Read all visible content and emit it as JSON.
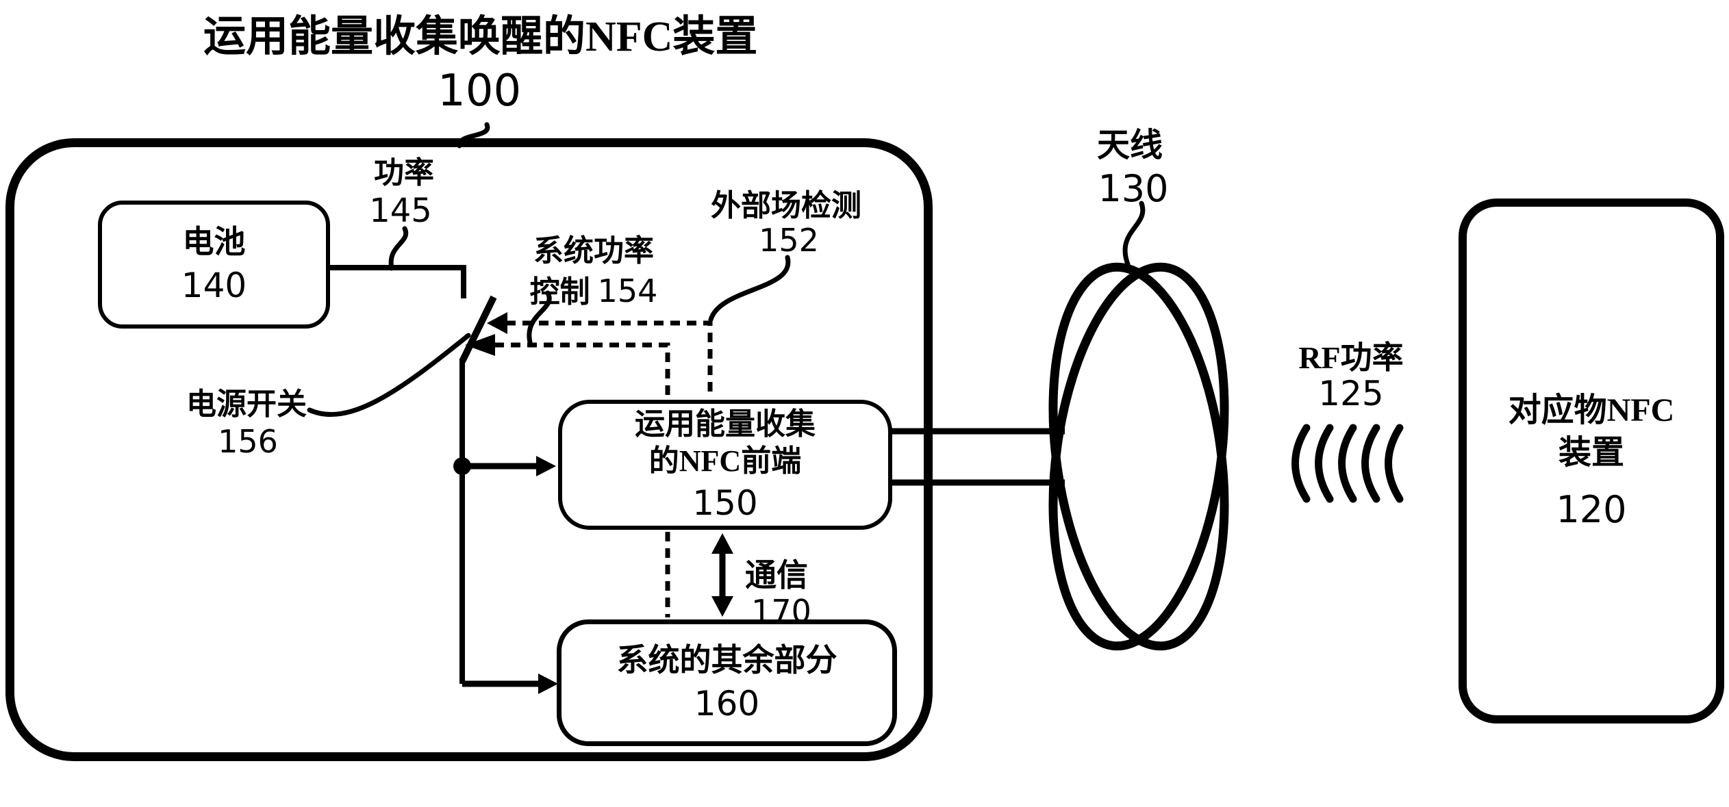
{
  "figure": {
    "title": "运用能量收集唤醒的NFC装置",
    "title_ref": "100",
    "ink_color": "#000000",
    "background_color": "#ffffff",
    "blocks": {
      "battery": {
        "label": "电池",
        "ref": "140"
      },
      "nfc_front_end": {
        "label_line1": "运用能量收集",
        "label_line2": "的NFC前端",
        "ref": "150"
      },
      "rest_of_system": {
        "label": "系统的其余部分",
        "ref": "160"
      },
      "counterpart_nfc_device": {
        "label_line1": "对应物NFC",
        "label_line2": "装置",
        "ref": "120"
      }
    },
    "labels": {
      "power": {
        "text": "功率",
        "ref": "145"
      },
      "system_power_control": {
        "line1": "系统功率",
        "line2": "控制",
        "ref": "154"
      },
      "external_field_detection": {
        "text": "外部场检测",
        "ref": "152"
      },
      "power_switch": {
        "text": "电源开关",
        "ref": "156"
      },
      "communication": {
        "text": "通信",
        "ref": "170"
      },
      "antenna": {
        "text": "天线",
        "ref": "130"
      },
      "rf_power": {
        "text": "RF功率",
        "ref": "125"
      }
    }
  }
}
